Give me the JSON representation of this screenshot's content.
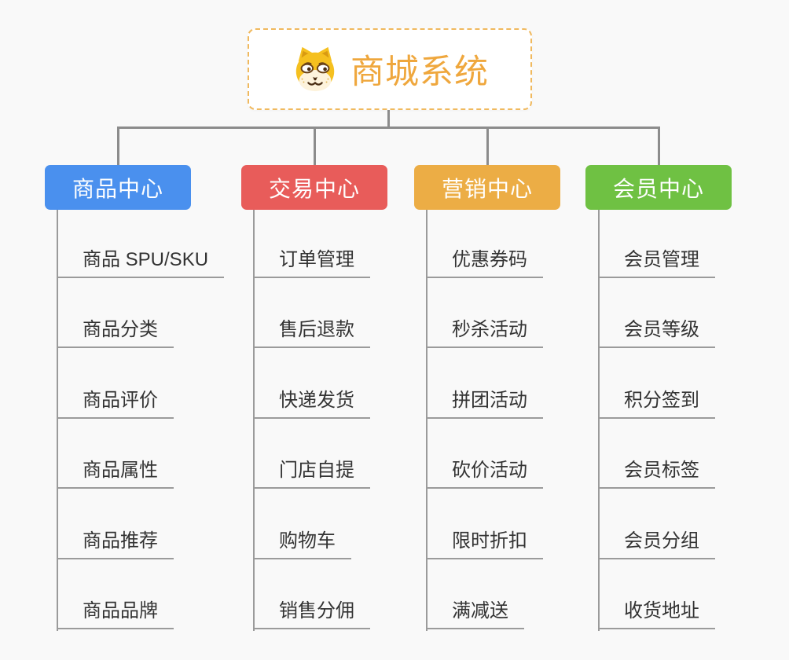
{
  "page": {
    "background": "#f9f9f9",
    "connector_color": "#8c8c8c",
    "leaf_line_color": "#9b9b9b",
    "leaf_text_color": "#333333"
  },
  "root": {
    "title": "商城系统",
    "icon": "dog-face-icon",
    "title_color": "#efa73d",
    "border_color": "#f0b95e"
  },
  "branches": [
    {
      "label": "商品中心",
      "color": "#4a90ee",
      "children": [
        "商品 SPU/SKU",
        "商品分类",
        "商品评价",
        "商品属性",
        "商品推荐",
        "商品品牌"
      ]
    },
    {
      "label": "交易中心",
      "color": "#e85c5a",
      "children": [
        "订单管理",
        "售后退款",
        "快递发货",
        "门店自提",
        "购物车",
        "销售分佣"
      ]
    },
    {
      "label": "营销中心",
      "color": "#ecad45",
      "children": [
        "优惠券码",
        "秒杀活动",
        "拼团活动",
        "砍价活动",
        "限时折扣",
        "满减送"
      ]
    },
    {
      "label": "会员中心",
      "color": "#6fc143",
      "children": [
        "会员管理",
        "会员等级",
        "积分签到",
        "会员标签",
        "会员分组",
        "收货地址"
      ]
    }
  ]
}
